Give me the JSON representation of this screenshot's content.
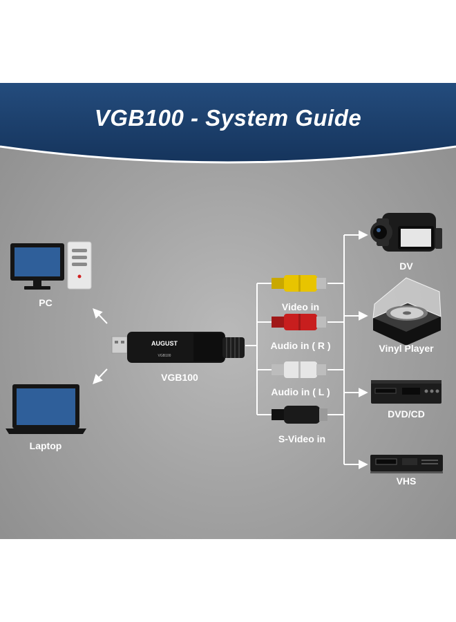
{
  "title": "VGB100 - System Guide",
  "colors": {
    "banner": "#1d3f6b",
    "background": "#a6a6a6",
    "label": "#ffffff"
  },
  "device": {
    "name": "VGB100",
    "brand_mark": "AUGUST",
    "model_mark": "VGB100"
  },
  "computers": [
    {
      "label": "PC",
      "icon": "desktop-pc-icon"
    },
    {
      "label": "Laptop",
      "icon": "laptop-icon"
    }
  ],
  "inputs": [
    {
      "label": "Video in",
      "color": "#e8c400"
    },
    {
      "label": "Audio in ( R )",
      "color": "#c81e1e"
    },
    {
      "label": "Audio in ( L )",
      "color": "#dcdcdc"
    },
    {
      "label": "S-Video in",
      "color": "#1a1a1a"
    }
  ],
  "sources": [
    {
      "label": "DV",
      "icon": "camcorder-icon"
    },
    {
      "label": "Vinyl Player",
      "icon": "turntable-icon"
    },
    {
      "label": "DVD/CD",
      "icon": "dvd-player-icon"
    },
    {
      "label": "VHS",
      "icon": "vhs-player-icon"
    }
  ]
}
